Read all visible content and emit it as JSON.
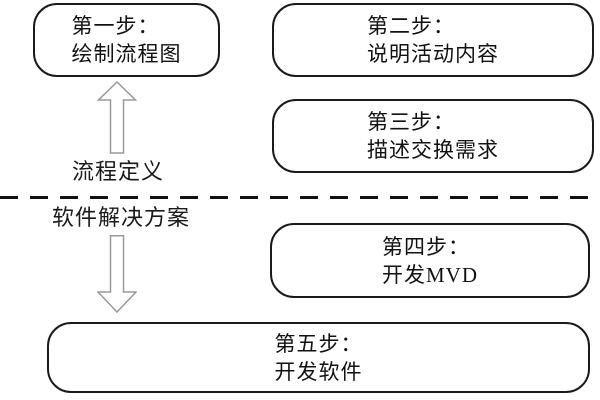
{
  "diagram": {
    "title_hint": "five-step process diagram split by dashed divider",
    "boxes": [
      {
        "id": "step1",
        "line1": "第一步：",
        "line2": "绘制流程图"
      },
      {
        "id": "step2",
        "line1": "第二步：",
        "line2": "说明活动内容"
      },
      {
        "id": "step3",
        "line1": "第三步：",
        "line2": "描述交换需求"
      },
      {
        "id": "step4",
        "line1": "第四步：",
        "line2": "开发MVD"
      },
      {
        "id": "step5",
        "line1": "第五步：",
        "line2": "开发软件"
      }
    ],
    "labels": {
      "upper_zone": "流程定义",
      "lower_zone": "软件解决方案"
    },
    "arrows": [
      {
        "id": "up-arrow",
        "direction": "up"
      },
      {
        "id": "down-arrow",
        "direction": "down"
      }
    ],
    "colors": {
      "background": "#ffffff",
      "box_border": "#1a1a1a",
      "text": "#111111",
      "arrow_outline": "#999999",
      "divider": "#111111"
    }
  }
}
